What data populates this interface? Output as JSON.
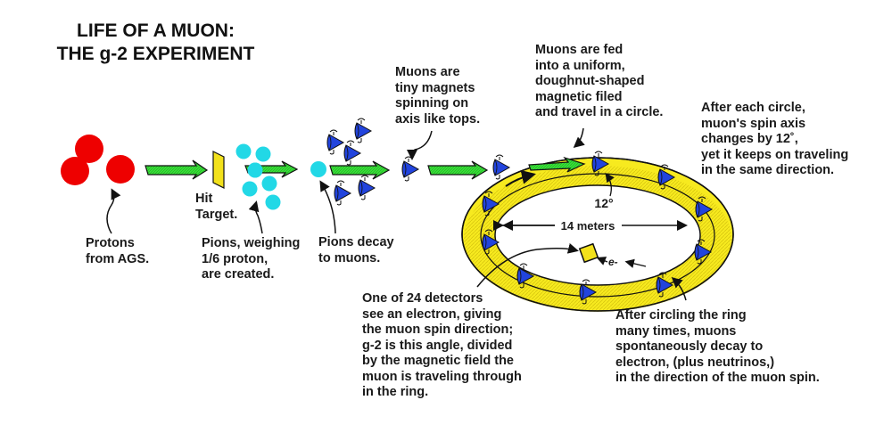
{
  "title": {
    "line1": "LIFE OF A MUON:",
    "line2": "THE g-2 EXPERIMENT"
  },
  "colors": {
    "proton": "#ee0000",
    "pion": "#22d8e6",
    "muon": "#2244dd",
    "target": "#f2e11b",
    "ring": "#f7ea1f",
    "arrow": "#33dd33",
    "outline": "#111111"
  },
  "labels": {
    "protons": [
      "Protons",
      "from AGS."
    ],
    "hit_target": [
      "Hit",
      "Target."
    ],
    "pions": [
      "Pions, weighing",
      "1/6 proton,",
      "are created."
    ],
    "pions_decay": [
      "Pions decay",
      "to muons."
    ],
    "muons_magnets": [
      "Muons are",
      "tiny magnets",
      "spinning on",
      "axis like tops."
    ],
    "muons_fed": [
      "Muons are fed",
      "into a uniform,",
      "doughnut-shaped",
      "magnetic filed",
      "and travel in a circle."
    ],
    "after_each_circle": [
      "After each circle,",
      "muon's spin axis",
      "changes by 12˚,",
      "yet it keeps on traveling",
      "in the same direction."
    ],
    "detectors": [
      "One of 24 detectors",
      "see an electron, giving",
      "the muon spin direction;",
      "g-2 is this angle, divided",
      "by the magnetic field the",
      "muon is traveling through",
      "in the ring."
    ],
    "after_circling": [
      "After circling the ring",
      "many times, muons",
      "spontaneously decay to",
      "electron, (plus neutrinos,)",
      "in the direction of the muon spin."
    ],
    "angle": "12°",
    "diameter": "14 meters",
    "electron": "e-"
  },
  "icons": {
    "proton": "red-circle",
    "pion": "cyan-circle",
    "muon": "blue-spinning-cone",
    "target": "yellow-plate",
    "detector": "yellow-square",
    "flow_arrow": "green-block-arrow"
  }
}
